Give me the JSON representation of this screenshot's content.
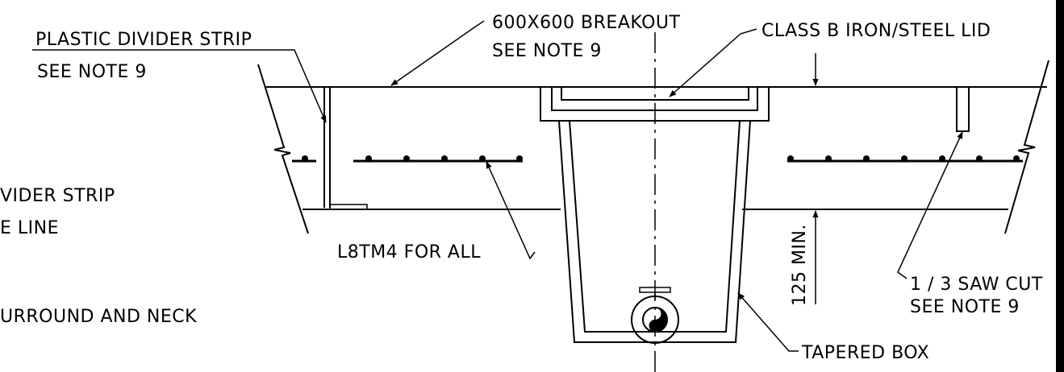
{
  "labels": {
    "plastic_strip": "PLASTIC DIVIDER STRIP",
    "plastic_strip_note": "SEE NOTE 9",
    "breakout": "600X600 BREAKOUT",
    "breakout_note": "SEE NOTE 9",
    "lid": "CLASS B IRON/STEEL LID",
    "divider_strip_partial": "VIDER STRIP",
    "line_partial": "E LINE",
    "reinforcement": "L8TM4 FOR ALL",
    "min_depth": "125 MIN.",
    "saw_cut": "1 / 3 SAW CUT",
    "saw_cut_note": "SEE NOTE 9",
    "surround_partial": "URROUND AND NECK",
    "tapered_box": "TAPERED BOX"
  },
  "colors": {
    "line": "#000000",
    "background": "#ffffff"
  }
}
